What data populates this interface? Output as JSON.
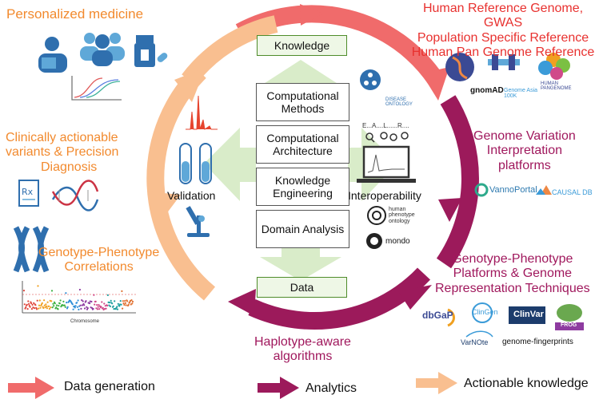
{
  "center": {
    "knowledge": "Knowledge",
    "data": "Data",
    "boxes": [
      "Computational Methods",
      "Computational Architecture",
      "Knowledge Engineering",
      "Domain Analysis"
    ],
    "validation": "Validation",
    "interoperability": "Interoperability"
  },
  "segments": {
    "personalized": "Personalized medicine",
    "clinical": [
      "Clinically actionable",
      "variants & Precision",
      "Diagnosis"
    ],
    "genotype_corr": [
      "Genotype-Phenotype",
      "Correlations"
    ],
    "haplotype": [
      "Haplotype-aware",
      "algorithms"
    ],
    "reference": [
      "Human Reference Genome, GWAS",
      "Population Specific Reference",
      "Human Pan Genome Reference"
    ],
    "variation": [
      "Genome Variation",
      "Interpretation",
      "platforms"
    ],
    "platforms": [
      "Genotype-Phenotype",
      "Platforms & Genome",
      "Representation Techniques"
    ]
  },
  "logos": {
    "gnomad": "gnomAD",
    "genomeasia": "Genome Asia 100K",
    "pangenome": "HUMAN PANGENOME",
    "disease": "DISEASE ONTOLOGY",
    "hpo": "human phenotype ontology",
    "mondo": "mondo",
    "vanno": "VannoPortal",
    "causal": "CAUSAL DB",
    "dbgap": "dbGaP",
    "clingen": "ClinGen",
    "clinvar": "ClinVar",
    "frog": "FROG",
    "varnote": "VarNOte",
    "fingerprints": "genome-fingerprints",
    "chromosome": "Chromosome",
    "rx": "Rx"
  },
  "legend": {
    "data_generation": "Data generation",
    "analytics": "Analytics",
    "actionable": "Actionable knowledge"
  },
  "colors": {
    "data_generation": "#f06b6b",
    "analytics": "#9c1a5b",
    "actionable": "#f9bf90",
    "green": "#d6eccb"
  }
}
